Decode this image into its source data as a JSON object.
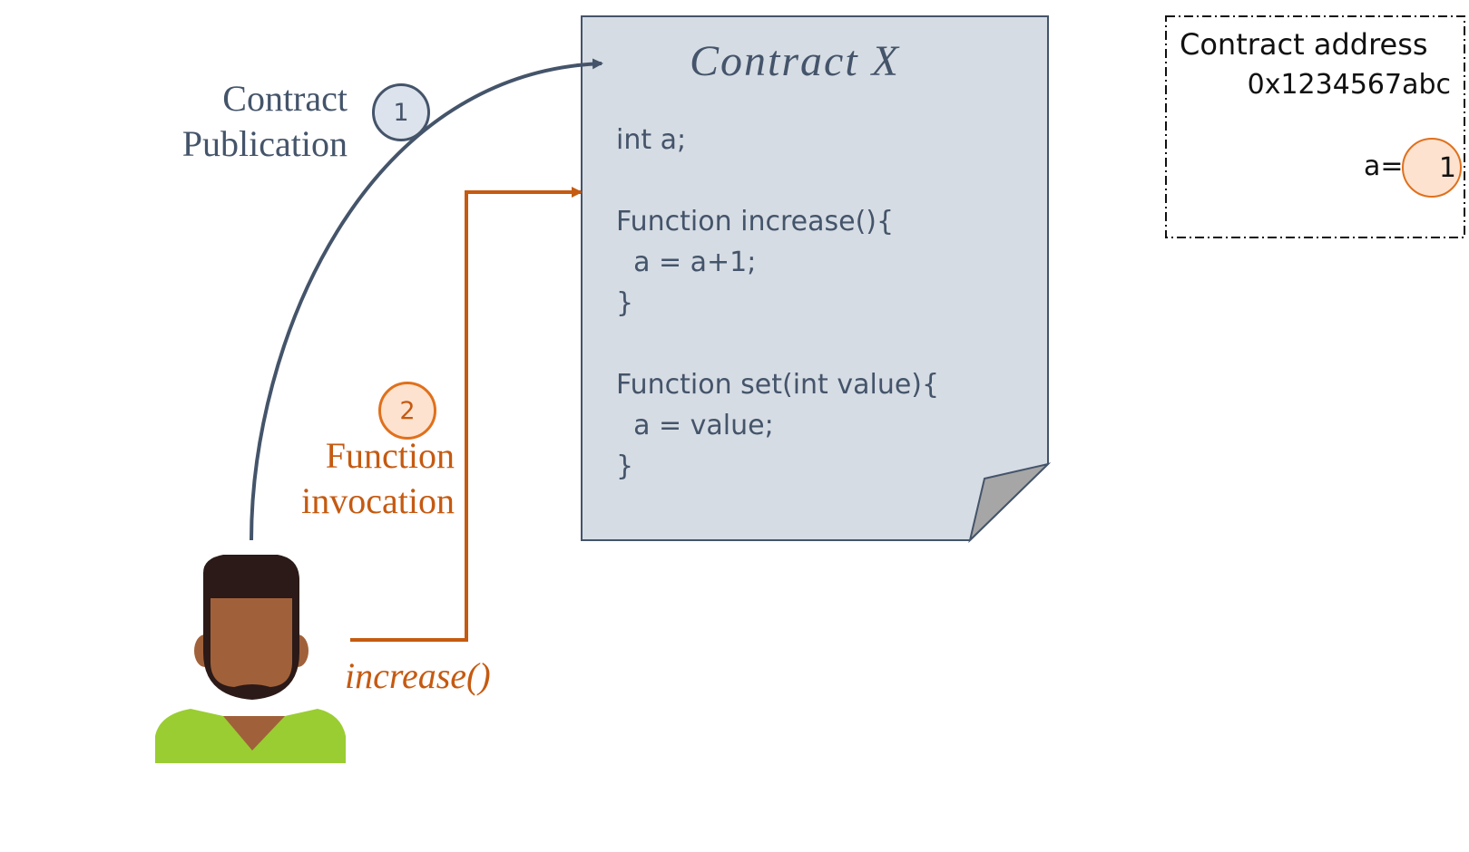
{
  "steps": {
    "publication": {
      "number": "1",
      "line1": "Contract",
      "line2": "Publication"
    },
    "invocation": {
      "number": "2",
      "line1": "Function",
      "line2": "invocation",
      "call": "increase()"
    }
  },
  "contract": {
    "title": "Contract X",
    "code": [
      "int a;",
      "",
      "Function increase(){",
      "  a = a+1;",
      "}",
      "",
      "Function set(int value){",
      "  a = value;",
      "}"
    ]
  },
  "state": {
    "title": "Contract address",
    "address": "0x1234567abc",
    "variable_label": "a=",
    "variable_value": "1"
  },
  "colors": {
    "slate": "#44546a",
    "orange": "#c55a11",
    "document_fill": "#d6dce4",
    "fold_fill": "#a6a6a6",
    "orange_circle_fill": "#fde2cf",
    "skin": "#a0613a",
    "hair": "#2b1a17",
    "shirt": "#9acd32"
  },
  "icons": [
    "user-avatar-icon",
    "document-icon"
  ]
}
